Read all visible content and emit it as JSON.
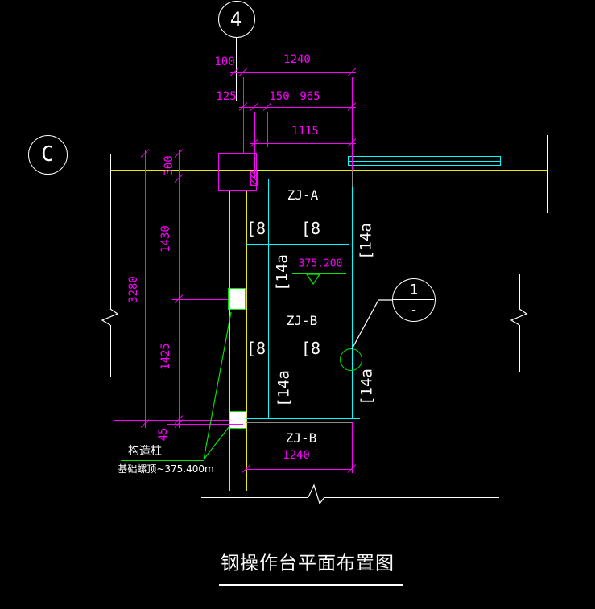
{
  "grid_bubbles": {
    "column": "4",
    "row": "C"
  },
  "detail_bubble": {
    "number": "1",
    "sheet": "-"
  },
  "dims": {
    "top_row1": {
      "a": "100",
      "b": "1240"
    },
    "top_row2": {
      "a": "125",
      "b": "150",
      "c": "965"
    },
    "top_row3": {
      "a": "1115"
    },
    "left_chain": {
      "a": "300",
      "b": "1430",
      "c": "1425",
      "d": "45",
      "overall": "3280"
    },
    "bottom": {
      "a": "1240"
    }
  },
  "labels": {
    "zone_a": "ZJ-A",
    "zone_b_mid": "ZJ-B",
    "zone_b_bottom": "ZJ-B",
    "channel8": "[8",
    "channel14": "[14a",
    "level_value": "375.200",
    "column_note": "构造柱",
    "foundation_note": "基础螺顶~375.400m"
  },
  "title": {
    "text": "钢操作台平面布置图"
  },
  "colors": {
    "dimension": "#ff00ff",
    "axis_line": "#e8e800",
    "platform": "#00ffff",
    "centerline": "#ff0000",
    "annotation_green": "#00e400",
    "drawing_white": "#ffffff",
    "background": "#000000"
  }
}
